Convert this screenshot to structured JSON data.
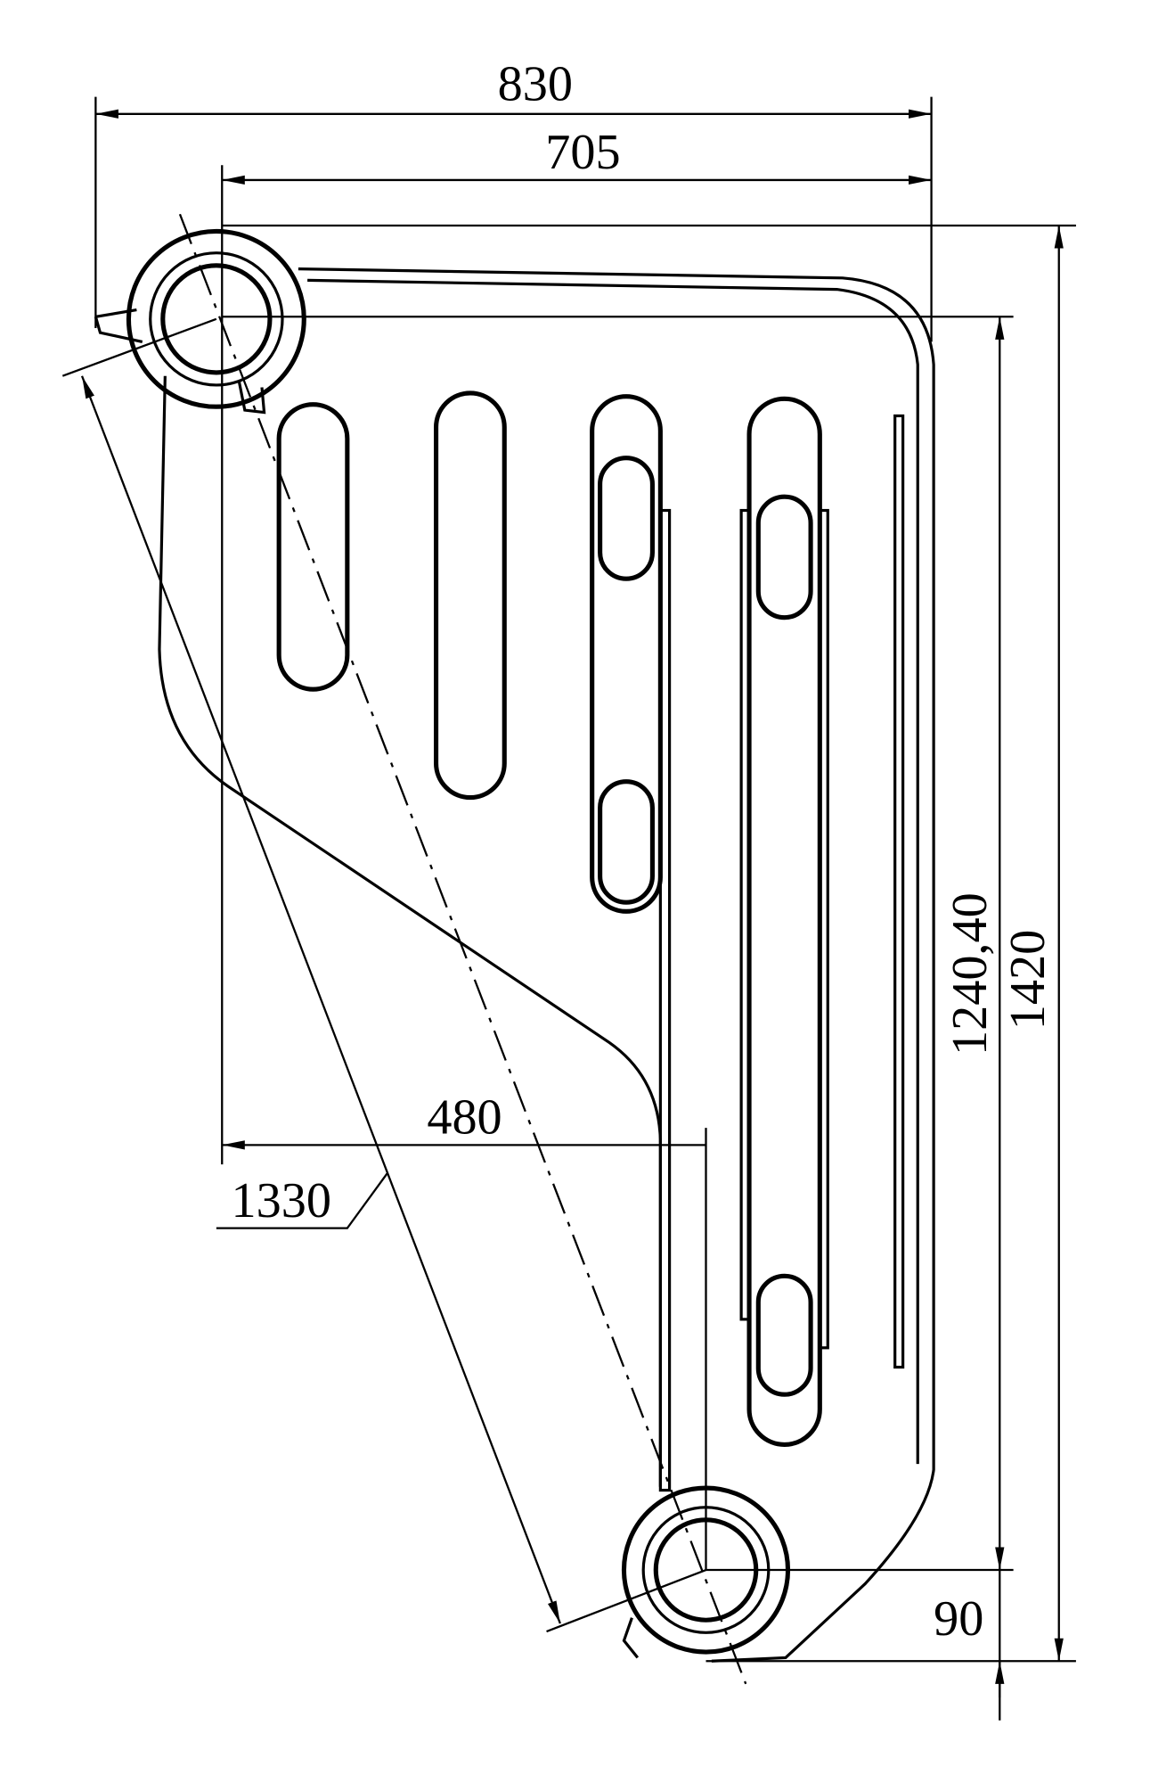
{
  "drawing": {
    "dimensions": {
      "overall_width": "830",
      "centre_width": "705",
      "overall_height": "1420",
      "centre_height": "1240,40",
      "depth_offset": "480",
      "diagonal": "1330",
      "bottom_offset": "90"
    },
    "line_color": "#000000",
    "background": "#ffffff"
  }
}
